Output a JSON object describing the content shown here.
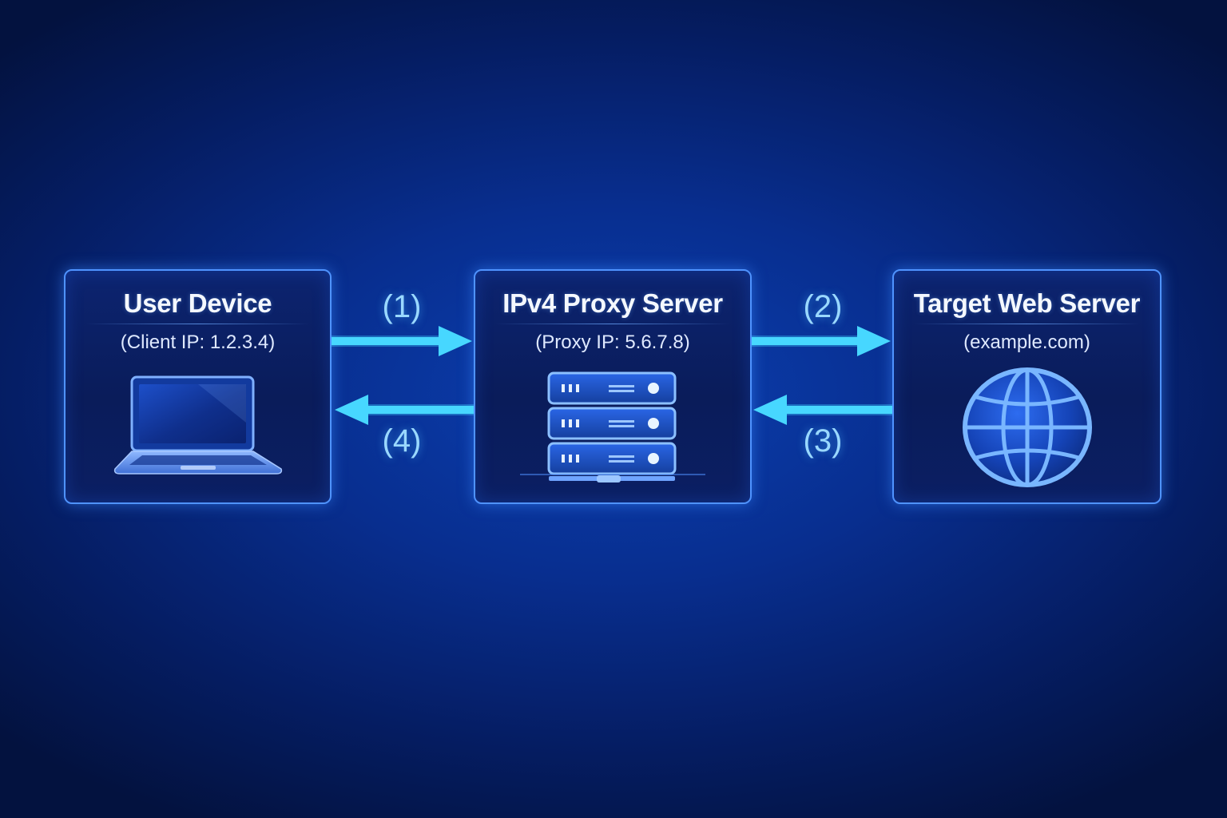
{
  "nodes": [
    {
      "title": "User Device",
      "subtitle": "(Client IP: 1.2.3.4)",
      "icon": "laptop-icon"
    },
    {
      "title": "IPv4 Proxy Server",
      "subtitle": "(Proxy IP: 5.6.7.8)",
      "icon": "server-rack-icon"
    },
    {
      "title": "Target Web Server",
      "subtitle": "(example.com)",
      "icon": "globe-icon"
    }
  ],
  "steps": [
    "(1)",
    "(2)",
    "(3)",
    "(4)"
  ],
  "colors": {
    "background": "#082e8f",
    "node_border": "#4f93ff",
    "arrow": "#3fd0ff",
    "step_label": "#9ad8ff"
  }
}
